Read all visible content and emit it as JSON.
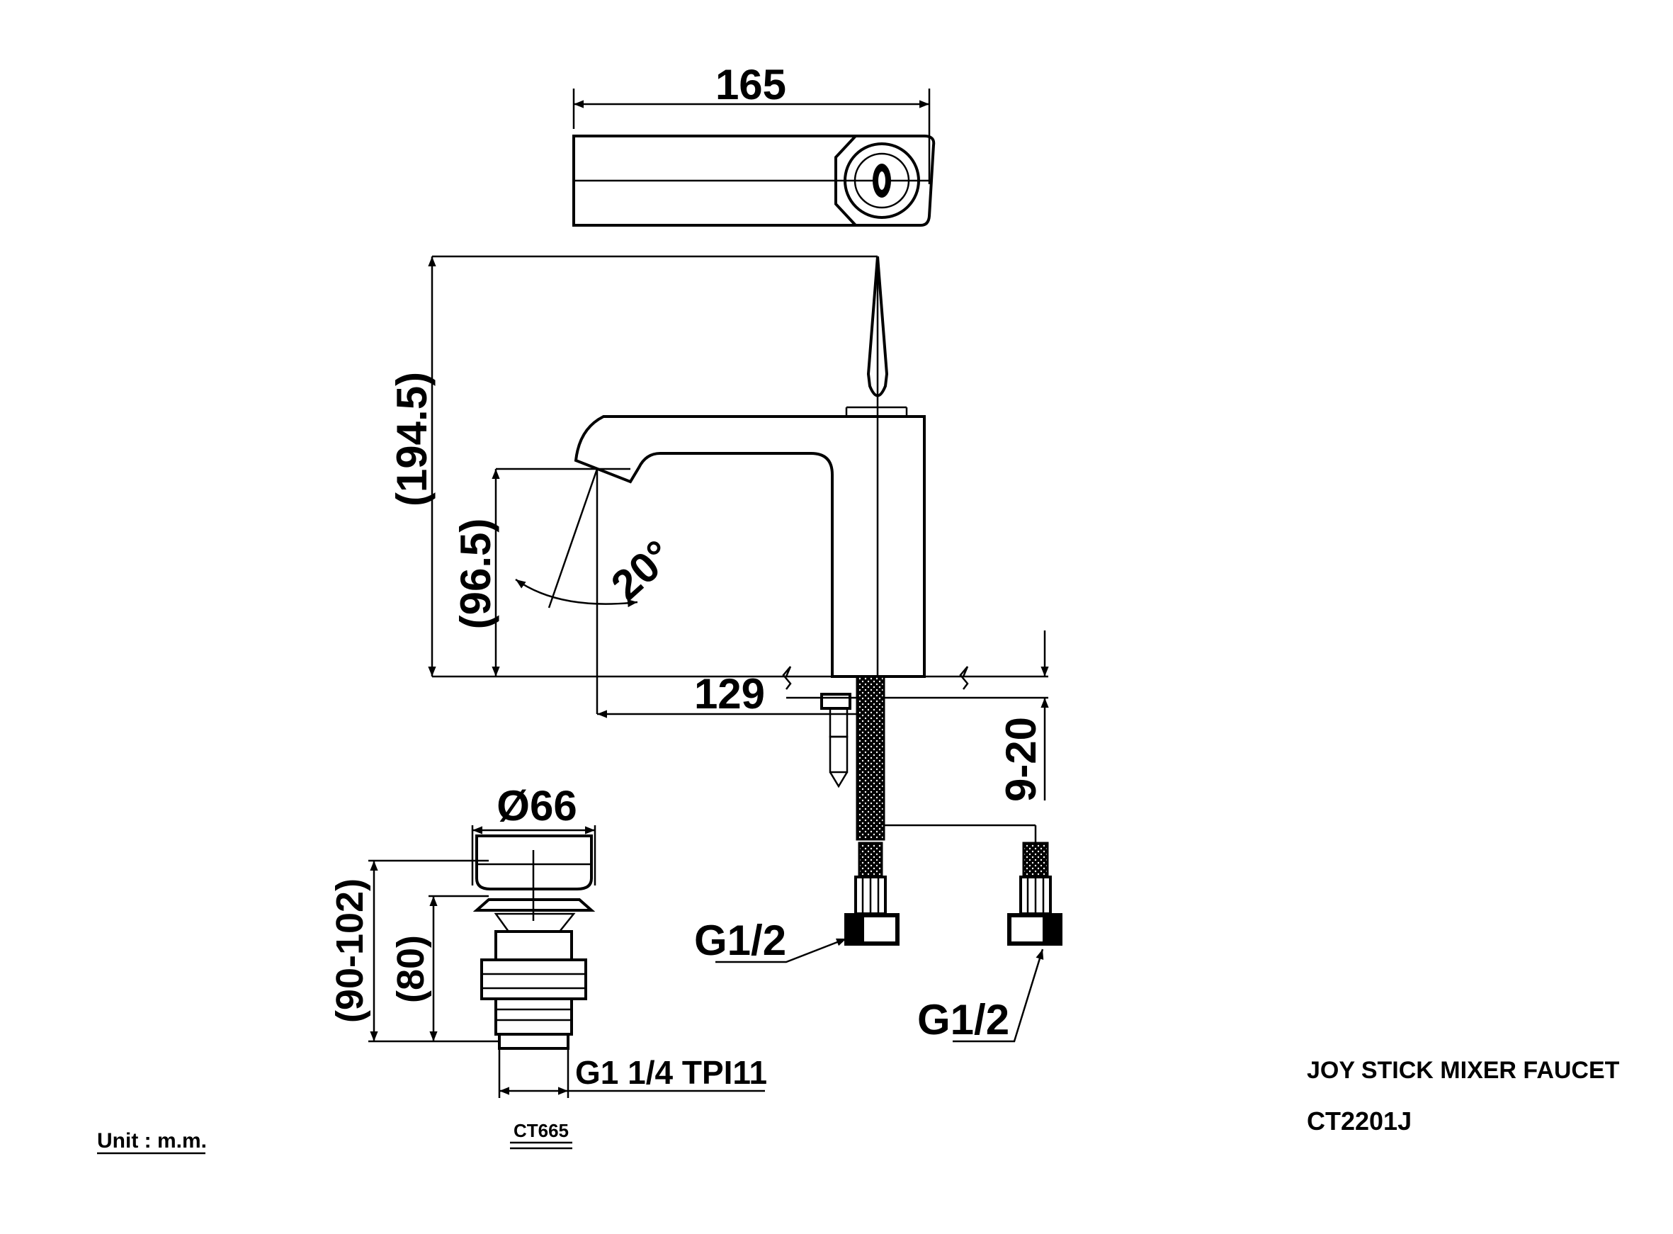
{
  "dimensions": {
    "top_width": "165",
    "total_height": "(194.5)",
    "spout_height": "(96.5)",
    "angle": "20°",
    "spout_reach": "129",
    "deck_thickness": "9-20",
    "hose_left": "G1/2",
    "hose_right": "G1/2",
    "drain_diameter": "Ø66",
    "drain_total": "(90-102)",
    "drain_body": "(80)",
    "drain_thread": "G1 1/4 TPI11"
  },
  "labels": {
    "unit": "Unit : m.m.",
    "drain_model": "CT665",
    "product_name": "JOY STICK MIXER FAUCET",
    "product_code": "CT2201J"
  },
  "colors": {
    "line": "#000000",
    "background": "#ffffff"
  }
}
